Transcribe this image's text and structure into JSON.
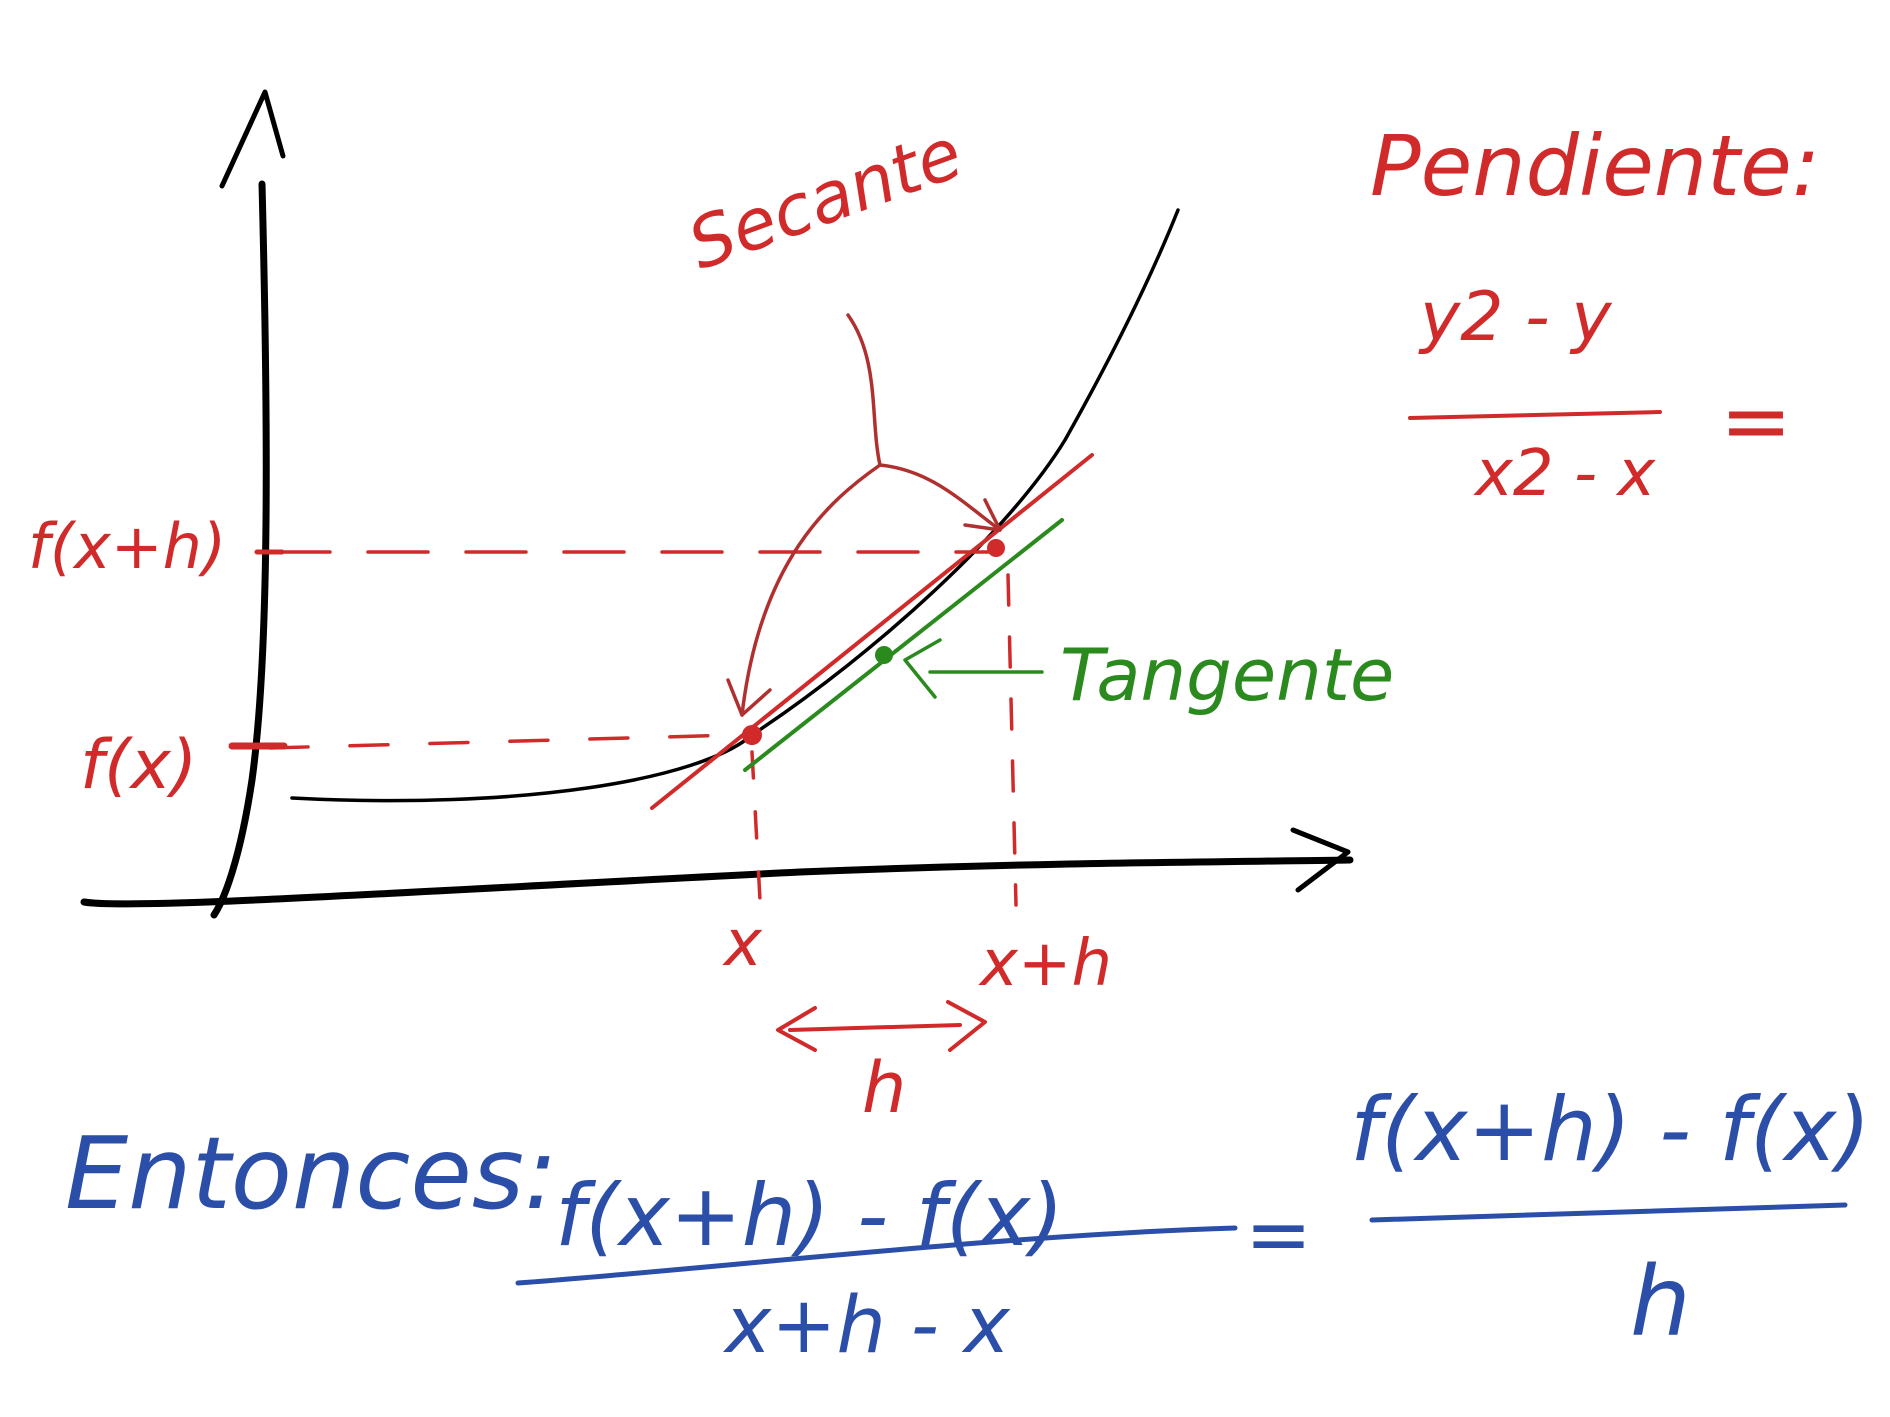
{
  "colors": {
    "axes": "#000000",
    "curve": "#000000",
    "secant": "#d12a2a",
    "tangent": "#2b8a1e",
    "formula": "#2b4fa8"
  },
  "labels": {
    "secante": "Secante",
    "tangente": "Tangente",
    "fxh": "f(x+h)",
    "fx": "f(x)",
    "x": "x",
    "xh": "x+h",
    "h": "h"
  },
  "slope": {
    "title": "Pendiente:",
    "numerator": "y2 - y",
    "denominator": "x2 - x",
    "equals": "="
  },
  "conclusion": {
    "word": "Entonces:",
    "lhs_numerator": "f(x+h) - f(x)",
    "lhs_denominator": "x+h - x",
    "equals": "=",
    "rhs_numerator": "f(x+h) - f(x)",
    "rhs_denominator": "h"
  }
}
